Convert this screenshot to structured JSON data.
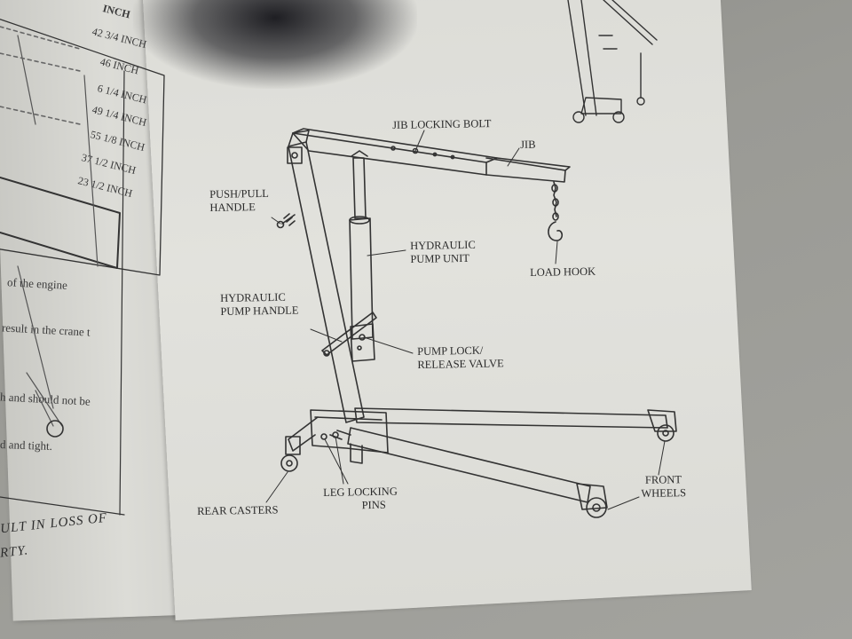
{
  "left_page": {
    "specs": [
      "INCH",
      "42 3/4 INCH",
      "46 INCH",
      "6 1/4 INCH",
      "49 1/4 INCH",
      "55 1/8 INCH",
      "37 1/2 INCH",
      "23 1/2 INCH"
    ],
    "body_lines": [
      "of the engine",
      "result in the crane t",
      "h and should not be",
      "d and tight."
    ],
    "warning_lines": [
      "ULT IN LOSS OF",
      "RTY."
    ]
  },
  "diagram_labels": {
    "jib_locking_bolt": "JIB LOCKING BOLT",
    "jib": "JIB",
    "push_pull_handle": [
      "PUSH/PULL",
      "HANDLE"
    ],
    "hydraulic_pump_unit": [
      "HYDRAULIC",
      "PUMP UNIT"
    ],
    "load_hook": "LOAD HOOK",
    "hydraulic_pump_handle": [
      "HYDRAULIC",
      "PUMP HANDLE"
    ],
    "pump_lock_release_valve": [
      "PUMP LOCK/",
      "RELEASE VALVE"
    ],
    "front_wheels": [
      "FRONT",
      "WHEELS"
    ],
    "rear_casters": "REAR CASTERS",
    "leg_locking_pins": [
      "LEG LOCKING",
      "PINS"
    ]
  },
  "colors": {
    "paper": "#e0e0db",
    "ink": "#2a2a2a",
    "background": "#9a9a95"
  }
}
